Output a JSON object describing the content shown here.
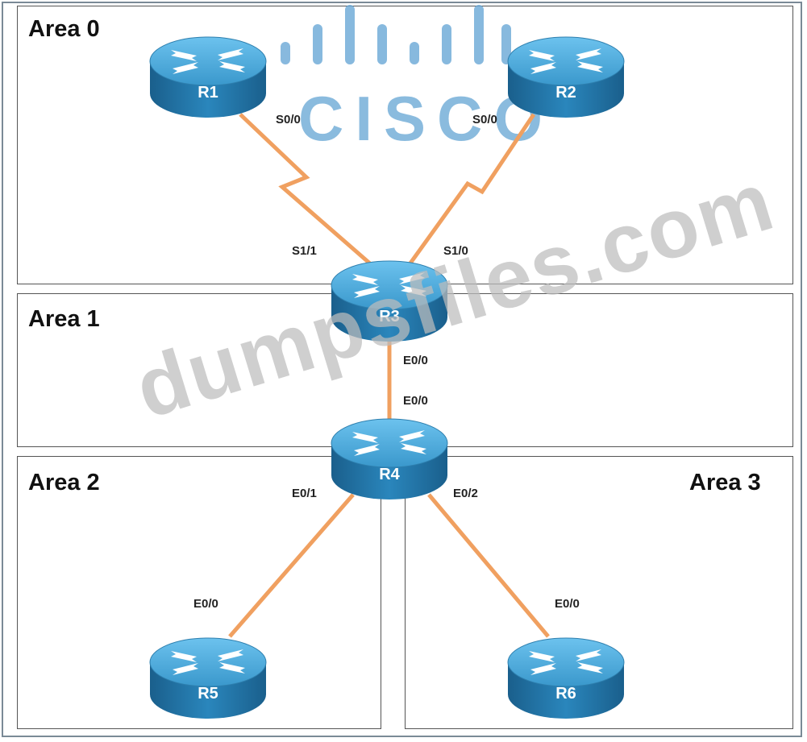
{
  "diagram": {
    "areas": [
      {
        "id": "area0",
        "label": "Area 0"
      },
      {
        "id": "area1",
        "label": "Area 1"
      },
      {
        "id": "area2",
        "label": "Area 2"
      },
      {
        "id": "area3",
        "label": "Area 3"
      }
    ],
    "routers": {
      "r1": "R1",
      "r2": "R2",
      "r3": "R3",
      "r4": "R4",
      "r5": "R5",
      "r6": "R6"
    },
    "interfaces": {
      "r1_s00": "S0/0",
      "r2_s00": "S0/0",
      "r3_s11": "S1/1",
      "r3_s10": "S1/0",
      "r3_e00": "E0/0",
      "r4_e00": "E0/0",
      "r4_e01": "E0/1",
      "r4_e02": "E0/2",
      "r5_e00": "E0/0",
      "r6_e00": "E0/0"
    },
    "links": [
      {
        "from": "R1",
        "to": "R3",
        "type": "serial"
      },
      {
        "from": "R2",
        "to": "R3",
        "type": "serial"
      },
      {
        "from": "R3",
        "to": "R4",
        "type": "ethernet"
      },
      {
        "from": "R4",
        "to": "R5",
        "type": "ethernet"
      },
      {
        "from": "R4",
        "to": "R6",
        "type": "ethernet"
      }
    ]
  },
  "branding": {
    "logo_text": "CISCO",
    "watermark": "dumpsfiles.com"
  },
  "colors": {
    "link": "#f0a060",
    "router_top": "#4aa8d8",
    "router_side": "#1f6c9c",
    "logo": "#6aa8d6",
    "watermark": "#bdbdbd"
  }
}
